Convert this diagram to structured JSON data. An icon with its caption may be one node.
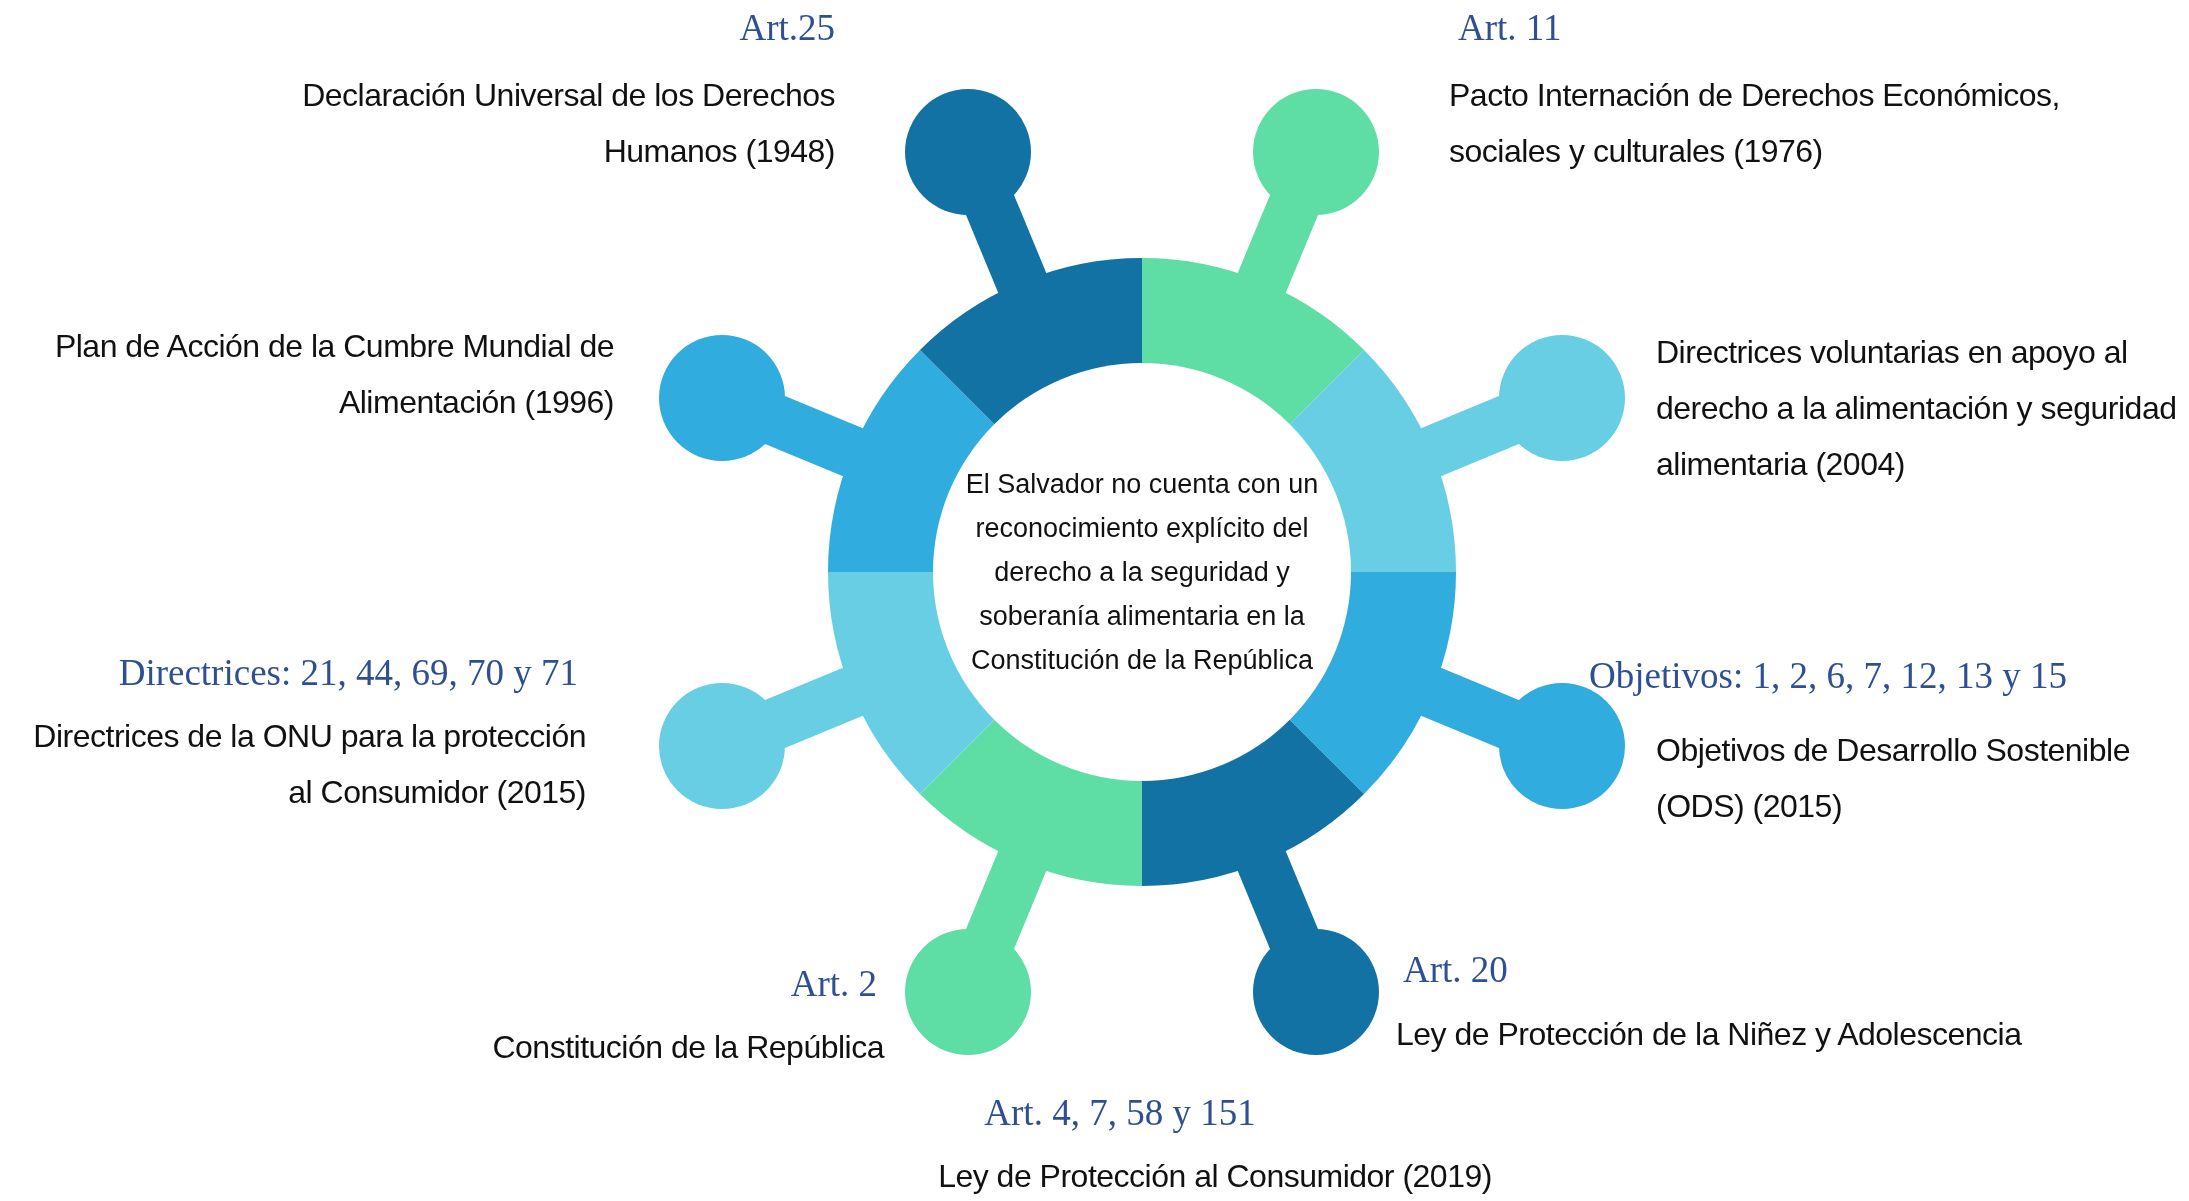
{
  "diagram": {
    "nodes": [
      {
        "text": [
          "El Salvador no cuenta con un reconocimiento explícito del derecho a la seguridad y soberanía alimentaria en la Constitución de la República"
        ]
      },
      {
        "text": [],
        "shape": "circle",
        "beside": [
          "Art.25",
          "Declaración Universal de los Derechos Humanos (1948)"
        ]
      },
      {
        "text": [],
        "shape": "circle",
        "beside": [
          "Art. 11",
          "Pacto Internación de Derechos Económicos, sociales y culturales (1976)"
        ]
      },
      {
        "text": [],
        "shape": "circle",
        "beside": [
          "Plan de Acción de la Cumbre Mundial de Alimentación (1996)"
        ]
      },
      {
        "text": [],
        "shape": "circle",
        "beside": [
          "Directrices voluntarias en apoyo al derecho a la alimentación y seguridad alimentaria (2004)"
        ]
      },
      {
        "text": [],
        "shape": "circle",
        "beside": [
          "Directrices: 21, 44, 69, 70 y 71",
          "Directrices de la ONU para la protección al Consumidor (2015)"
        ]
      },
      {
        "text": [],
        "shape": "circle",
        "beside": [
          "Objetivos: 1, 2, 6, 7, 12, 13 y 15",
          "Objetivos de Desarrollo Sostenible (ODS) (2015)"
        ]
      },
      {
        "text": [],
        "shape": "circle",
        "beside": [
          "Art. 2",
          "Constitución de la República"
        ]
      },
      {
        "text": [],
        "shape": "circle",
        "beside": [
          "Art. 20",
          "Ley de Protección de la Niñez y Adolescencia"
        ]
      }
    ],
    "labels": [
      "Art. 4, 7, 58 y 151",
      "Ley de Protección al Consumidor (2019)"
    ]
  }
}
